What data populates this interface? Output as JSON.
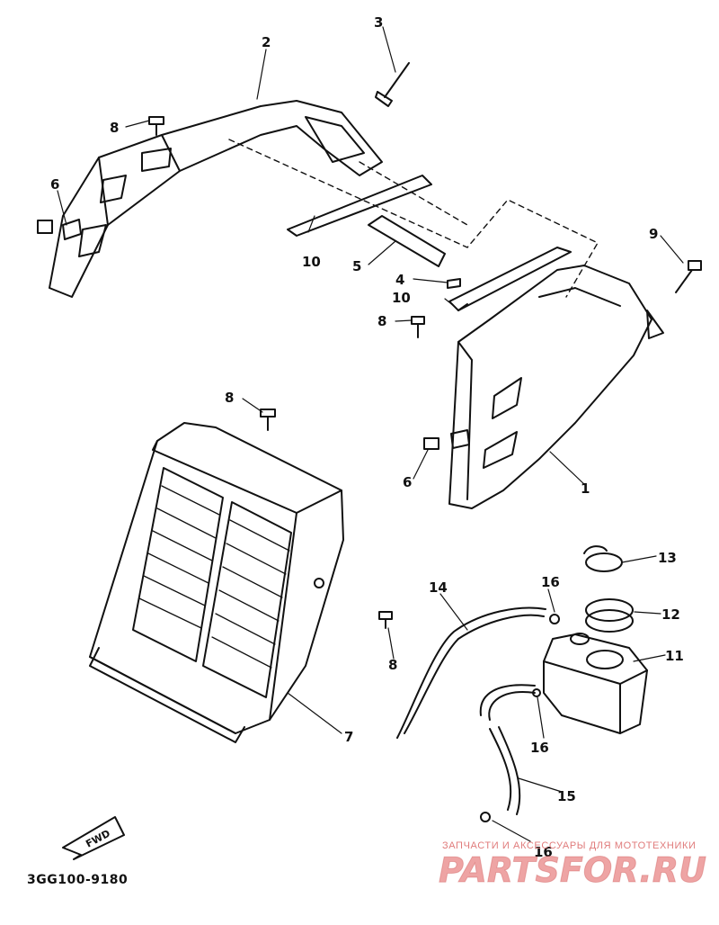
{
  "diagram": {
    "catalog_code": "3GG100-9180",
    "fwd_label": "FWD",
    "callouts": {
      "c1": "1",
      "c2": "2",
      "c3": "3",
      "c4": "4",
      "c5": "5",
      "c6a": "6",
      "c6b": "6",
      "c7": "7",
      "c8a": "8",
      "c8b": "8",
      "c8c": "8",
      "c8d": "8",
      "c9": "9",
      "c10a": "10",
      "c10b": "10",
      "c11": "11",
      "c12": "12",
      "c13": "13",
      "c14": "14",
      "c15": "15",
      "c16a": "16",
      "c16b": "16",
      "c16c": "16"
    }
  },
  "watermark": {
    "subtitle": "ЗАПЧАСТИ И АКСЕССУАРЫ ДЛЯ МОТОТЕХНИКИ",
    "logo_text": "PARTSFOR.RU",
    "color": "#e05a5a"
  }
}
